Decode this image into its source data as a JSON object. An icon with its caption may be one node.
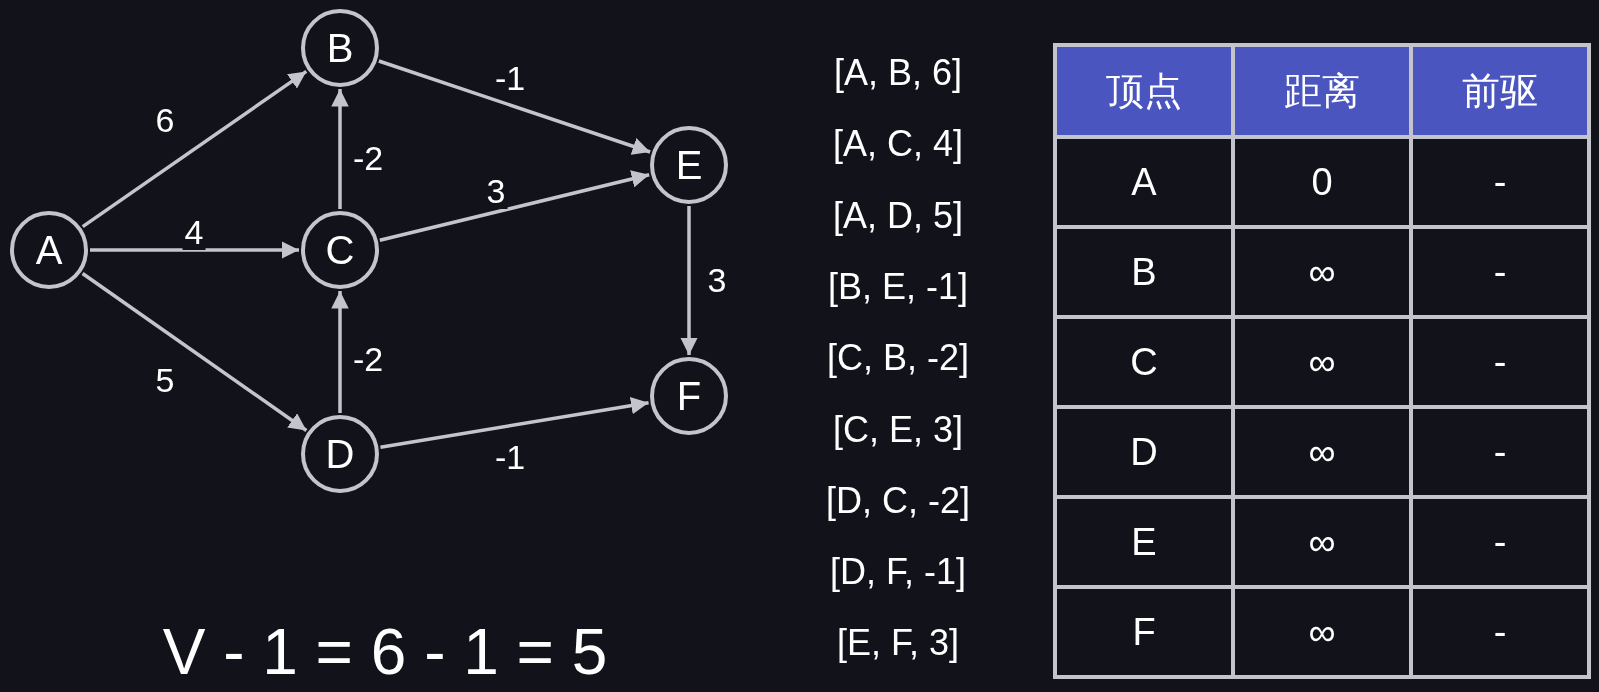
{
  "diagram": {
    "nodes": [
      {
        "text": [
          "A"
        ]
      },
      {
        "text": [
          "B"
        ]
      },
      {
        "text": [
          "C"
        ]
      },
      {
        "text": [
          "D"
        ]
      },
      {
        "text": [
          "E"
        ]
      },
      {
        "text": [
          "F"
        ]
      }
    ],
    "edges": [
      {
        "from": 0,
        "to": 1,
        "arrow": "to",
        "label": "6"
      },
      {
        "from": 0,
        "to": 2,
        "arrow": "to",
        "label": "4"
      },
      {
        "from": 0,
        "to": 3,
        "arrow": "to",
        "label": "5"
      },
      {
        "from": 1,
        "to": 4,
        "arrow": "to",
        "label": "-1"
      },
      {
        "from": 2,
        "to": 1,
        "arrow": "to",
        "label": "-2"
      },
      {
        "from": 2,
        "to": 4,
        "arrow": "to",
        "label": "3"
      },
      {
        "from": 3,
        "to": 2,
        "arrow": "to",
        "label": "-2"
      },
      {
        "from": 3,
        "to": 5,
        "arrow": "to",
        "label": "-1"
      },
      {
        "from": 4,
        "to": 5,
        "arrow": "to",
        "label": "3"
      }
    ],
    "labels": [
      "[A, B, 6]",
      "[A, C, 4]",
      "[A, D, 5]",
      "[B, E, -1]",
      "[C, B, -2]",
      "[C, E, 3]",
      "[D, C, -2]",
      "[D, F, -1]",
      "[E, F, 3]",
      "V - 1 = 6 - 1 = 5",
      "顶点",
      "距离",
      "前驱",
      "A",
      "0",
      "-",
      "B",
      "∞",
      "-",
      "C",
      "∞",
      "-",
      "D",
      "∞",
      "-",
      "E",
      "∞",
      "-",
      "F",
      "∞",
      "-"
    ]
  }
}
